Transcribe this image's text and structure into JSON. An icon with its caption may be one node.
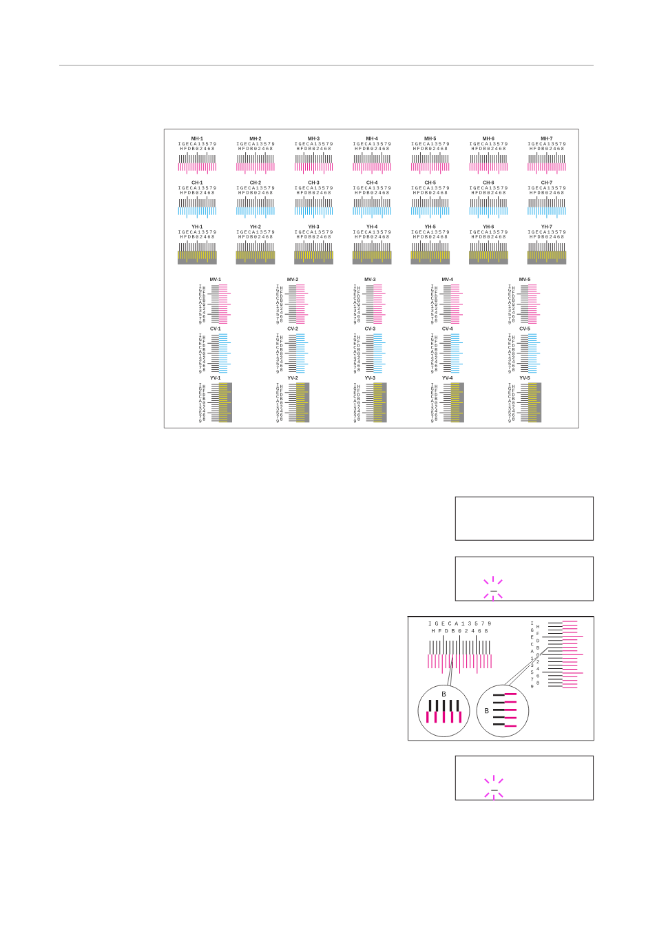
{
  "diagram": {
    "nodes": [
      {
        "text": [
          "MH-1",
          "I G E C A 1 3 5 7 9",
          "H F D B 0 2 4 6 8",
          "MH-2",
          "I G E C A 1 3 5 7 9",
          "H F D B 0 2 4 6 8",
          "MH-3",
          "I G E C A 1 3 5 7 9",
          "H F D B 0 2 4 6 8",
          "MH-4",
          "I G E C A 1 3 5 7 9",
          "H F D B 0 2 4 6 8",
          "MH-5",
          "I G E C A 1 3 5 7 9",
          "H F D B 0 2 4 6 8",
          "MH-6",
          "I G E C A 1 3 5 7 9",
          "H F D B 0 2 4 6 8",
          "MH-7",
          "I G E C A 1 3 5 7 9",
          "H F D B 0 2 4 6 8",
          "CH-1",
          "I G E C A 1 3 5 7 9",
          "H F D B 0 2 4 6 8",
          "CH-2",
          "I G E C A 1 3 5 7 9",
          "H F D B 0 2 4 6 8",
          "CH-3",
          "I G E C A 1 3 5 7 9",
          "H F D B 0 2 4 6 8",
          "CH-4",
          "I G E C A 1 3 5 7 9",
          "H F D B 0 2 4 6 8",
          "CH-5",
          "I G E C A 1 3 5 7 9",
          "H F D B 0 2 4 6 8",
          "CH-6",
          "I G E C A 1 3 5 7 9",
          "H F D B 0 2 4 6 8",
          "CH-7",
          "I G E C A 1 3 5 7 9",
          "H F D B 0 2 4 6 8",
          "YH-1",
          "I G E C A 1 3 5 7 9",
          "H F D B 0 2 4 6 8",
          "YH-2",
          "I G E C A 1 3 5 7 9",
          "H F D B 0 2 4 6 8",
          "YH-3",
          "I G E C A 1 3 5 7 9",
          "H F D B 0 2 4 6 8",
          "YH-4",
          "I G E C A 1 3 5 7 9",
          "H F D B 0 2 4 6 8",
          "YH-5",
          "I G E C A 1 3 5 7 9",
          "H F D B 0 2 4 6 8",
          "YH-6",
          "I G E C A 1 3 5 7 9",
          "H F D B 0 2 4 6 8",
          "YH-7",
          "I G E C A 1 3 5 7 9",
          "H F D B 0 2 4 6 8",
          "MV-1",
          "I G E C A 1 3 5 7 9",
          "H F D B 0 2 4 6 8",
          "MV-2",
          "I G E C A 1 3 5 7 9",
          "H F D B 0 2 4 6 8",
          "MV-3",
          "I G E C A 1 3 5 7 9",
          "H F D B 0 2 4 6 8",
          "MV-4",
          "I G E C A 1 3 5 7 9",
          "H F D B 0 2 4 6 8",
          "MV-5",
          "I G E C A 1 3 5 7 9",
          "H F D B 0 2 4 6 8",
          "CV-1",
          "I G E C A 1 3 5 7 9",
          "H F D B 0 2 4 6 8",
          "CV-2",
          "I G E C A 1 3 5 7 9",
          "H F D B 0 2 4 6 8",
          "CV-3",
          "I G E C A 1 3 5 7 9",
          "H F D B 0 2 4 6 8",
          "CV-4",
          "I G E C A 1 3 5 7 9",
          "H F D B 0 2 4 6 8",
          "CV-5",
          "I G E C A 1 3 5 7 9",
          "H F D B 0 2 4 6 8",
          "YV-1",
          "I G E C A 1 3 5 7 9",
          "H F D B 0 2 4 6 8",
          "YV-2",
          "I G E C A 1 3 5 7 9",
          "H F D B 0 2 4 6 8",
          "YV-3",
          "I G E C A 1 3 5 7 9",
          "H F D B 0 2 4 6 8",
          "YV-4",
          "I G E C A 1 3 5 7 9",
          "H F D B 0 2 4 6 8",
          "YV-5",
          "I G E C A 1 3 5 7 9",
          "H F D B 0 2 4 6 8"
        ]
      },
      {
        "text": [],
        "shape": "box"
      },
      {
        "text": [],
        "shape": "box"
      },
      {
        "text": [
          "I G E C A 1 3 5 7 9",
          "H F D B 0 2 4 6 8",
          "I G E C A 1 3 5 7 9",
          "H F D B 0 2 4 6 8"
        ]
      },
      {
        "text": [],
        "shape": "bar",
        "in": 3
      },
      {
        "text": [],
        "shape": "bar",
        "in": 3
      },
      {
        "text": [
          "B"
        ],
        "in": 3
      },
      {
        "text": [
          "B"
        ],
        "in": 3
      },
      {
        "text": [],
        "shape": "box"
      }
    ],
    "edges": [
      {
        "from": 6,
        "to": 4,
        "arrow": "none"
      },
      {
        "from": 7,
        "to": 5,
        "arrow": "none"
      }
    ]
  }
}
